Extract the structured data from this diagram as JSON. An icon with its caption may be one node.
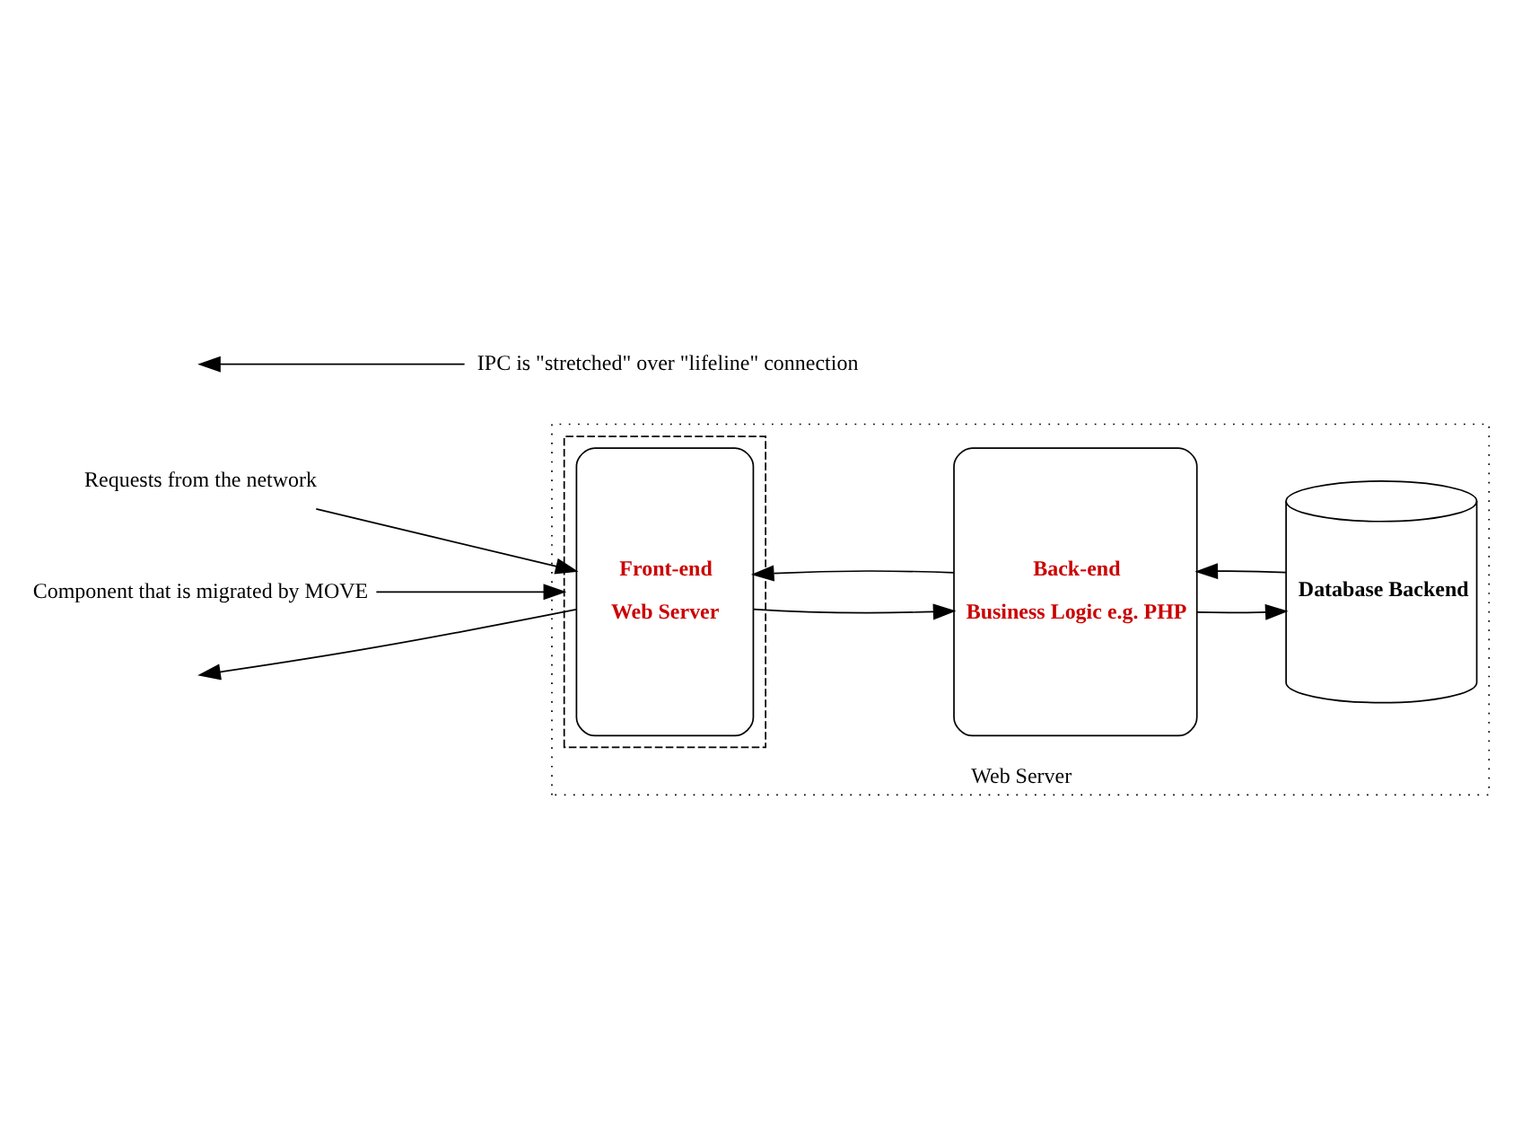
{
  "diagram": {
    "nodes": [
      {
        "text": [
          "Web Server"
        ]
      },
      {
        "text": [],
        "shape": "box",
        "in": 0
      },
      {
        "text": [
          "Front-end",
          "Web Server"
        ],
        "in": 1
      },
      {
        "text": [
          "Back-end",
          "Business Logic e.g. PHP"
        ],
        "in": 0
      },
      {
        "text": [
          "Database Backend"
        ],
        "in": 0
      },
      {
        "text": [
          "Requests from the network"
        ]
      },
      {
        "text": [
          "IPC is \"stretched\" over \"lifeline\" connection"
        ]
      },
      {
        "text": [
          "Component that is migrated by MOVE"
        ]
      }
    ],
    "edges": [
      {
        "from": 5,
        "to": 2,
        "arrow": "to"
      },
      {
        "from": 2,
        "to": null,
        "arrow": "to"
      },
      {
        "from": 2,
        "to": 3,
        "arrow": "to"
      },
      {
        "from": 3,
        "to": 2,
        "arrow": "to"
      },
      {
        "from": 3,
        "to": 4,
        "arrow": "to"
      },
      {
        "from": 4,
        "to": 3,
        "arrow": "to"
      },
      {
        "from": 6,
        "to": null,
        "arrow": "to"
      },
      {
        "from": 7,
        "to": 1,
        "arrow": "to"
      }
    ]
  }
}
